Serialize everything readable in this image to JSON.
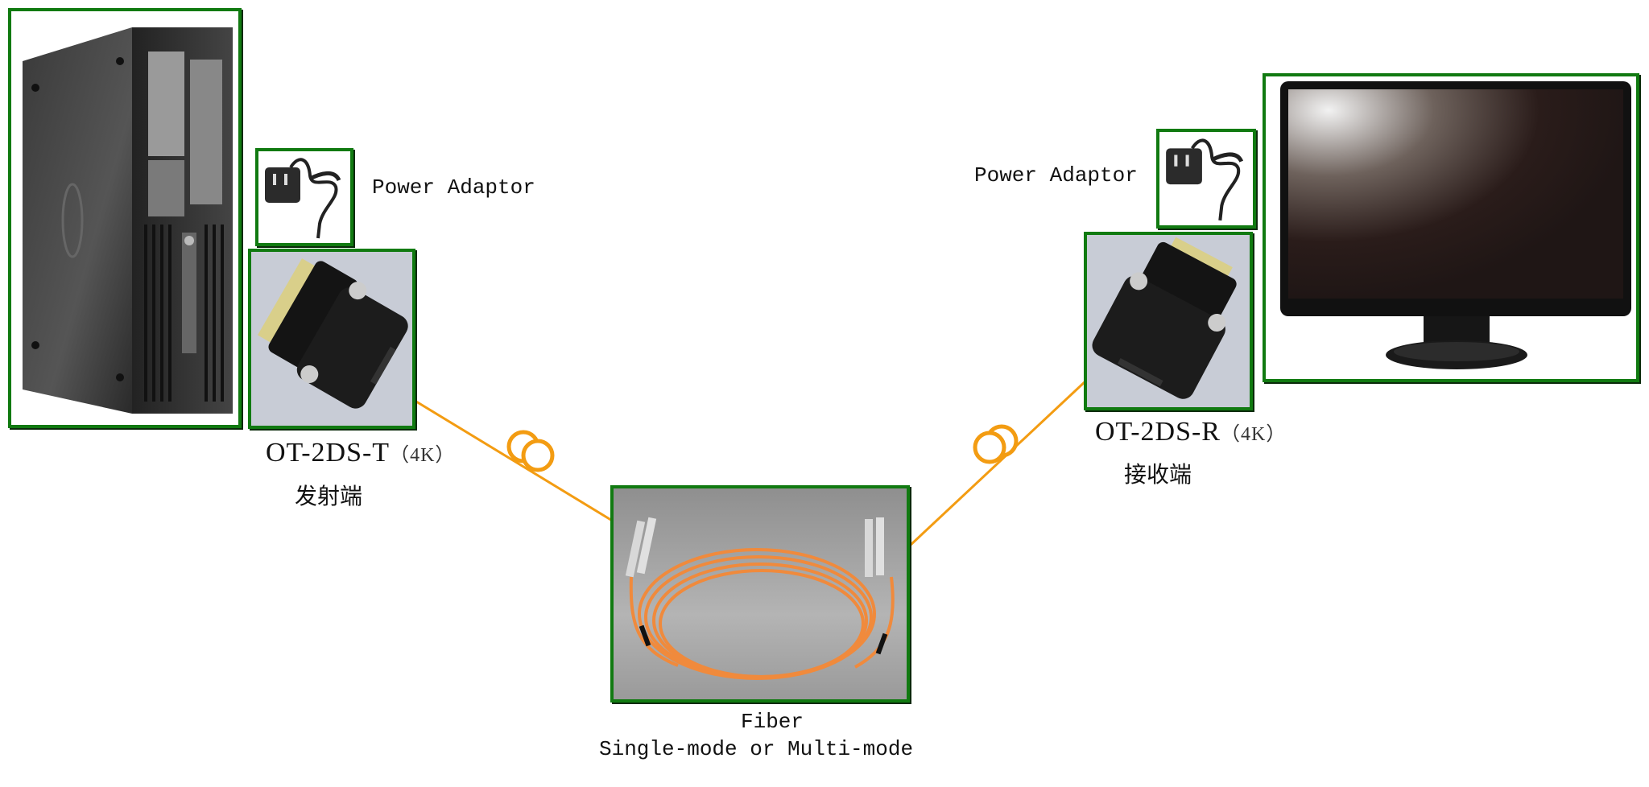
{
  "diagram": {
    "colors": {
      "frame_border": "#117a11",
      "fiber_line": "#f39c12",
      "adapter_bg": "#c8ccd6",
      "fiber_photo_bg": "#9a9a9a"
    },
    "computer": {
      "icon": "desktop-tower-icon"
    },
    "monitor": {
      "icon": "lcd-monitor-icon"
    },
    "transmitter": {
      "power_label": "Power Adaptor",
      "power_icon": "power-adapter-icon",
      "device_icon": "dvi-fiber-transmitter-icon",
      "model": "OT-2DS-T",
      "model_suffix": "（4K）",
      "role": "发射端"
    },
    "receiver": {
      "power_label": "Power Adaptor",
      "power_icon": "power-adapter-icon",
      "device_icon": "dvi-fiber-receiver-icon",
      "model": "OT-2DS-R",
      "model_suffix": "（4K）",
      "role": "接收端"
    },
    "fiber": {
      "icon": "fiber-patch-cable-icon",
      "title": "Fiber",
      "subtitle": "Single-mode or Multi-mode"
    }
  }
}
